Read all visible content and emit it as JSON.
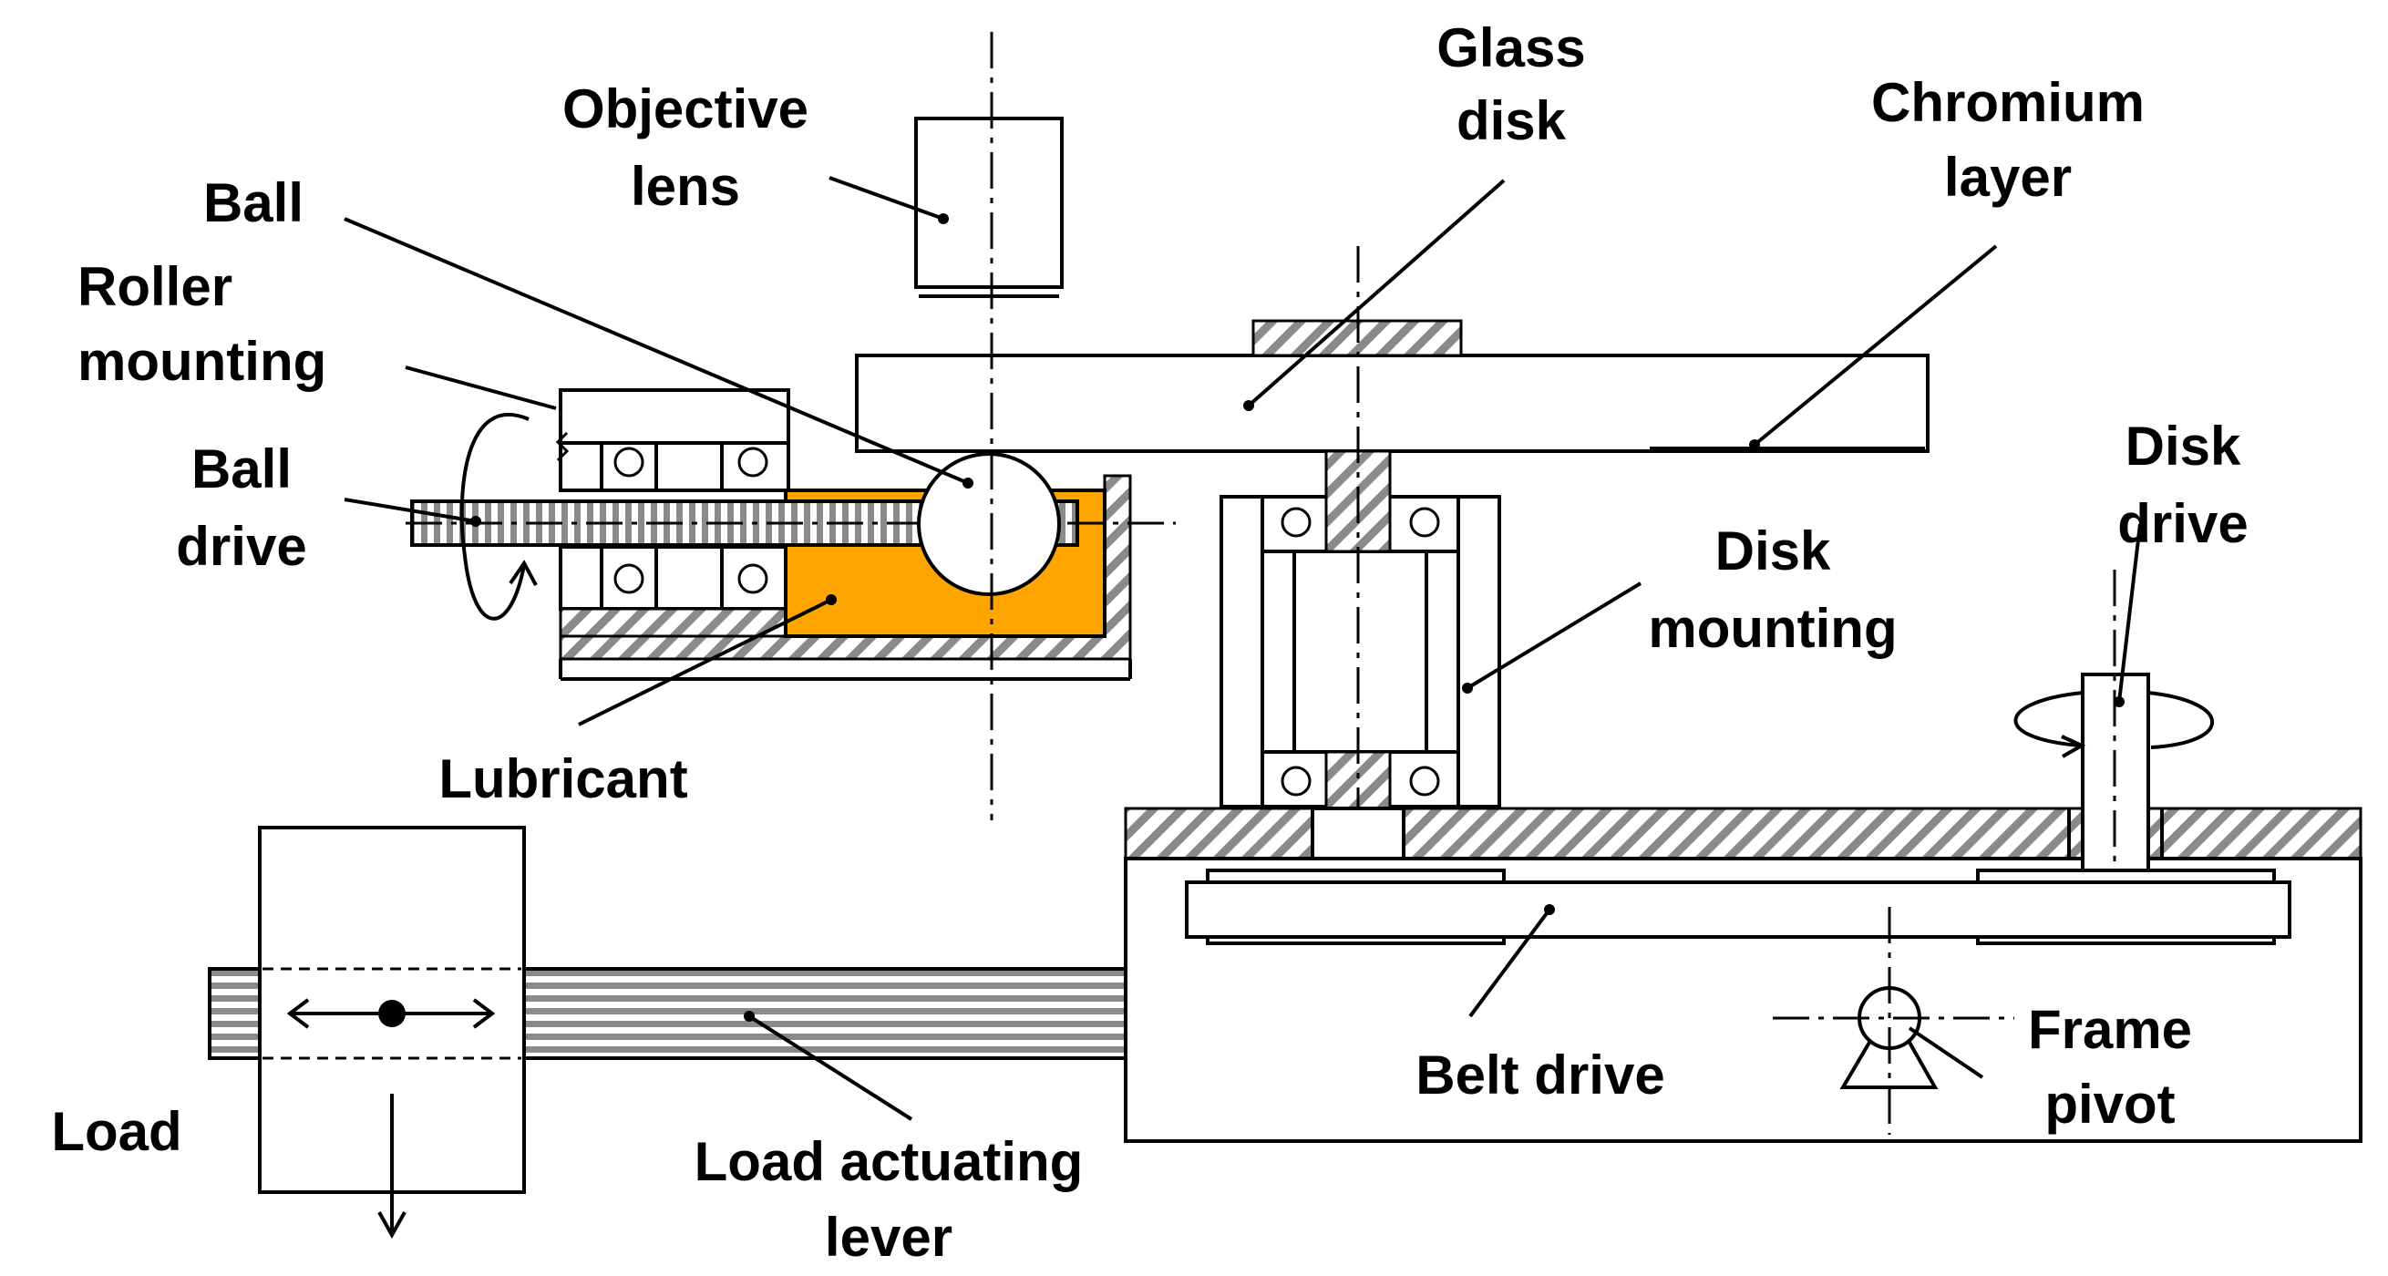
{
  "colors": {
    "lubricant": "#FFA500",
    "line": "#000000",
    "hatch": "#8a8a8a",
    "background": "#ffffff"
  },
  "labels": {
    "objective_lens": [
      "Objective",
      "lens"
    ],
    "glass_disk": [
      "Glass",
      "disk"
    ],
    "chromium_layer": [
      "Chromium",
      "layer"
    ],
    "ball": [
      "Ball"
    ],
    "roller_mounting": [
      "Roller",
      "mounting"
    ],
    "ball_drive": [
      "Ball",
      "drive"
    ],
    "disk_drive": [
      "Disk",
      "drive"
    ],
    "disk_mounting": [
      "Disk",
      "mounting"
    ],
    "lubricant": [
      "Lubricant"
    ],
    "belt_drive": [
      "Belt drive"
    ],
    "frame_pivot": [
      "Frame",
      "pivot"
    ],
    "load": [
      "Load"
    ],
    "load_actuating_lever": [
      "Load actuating",
      "lever"
    ]
  }
}
